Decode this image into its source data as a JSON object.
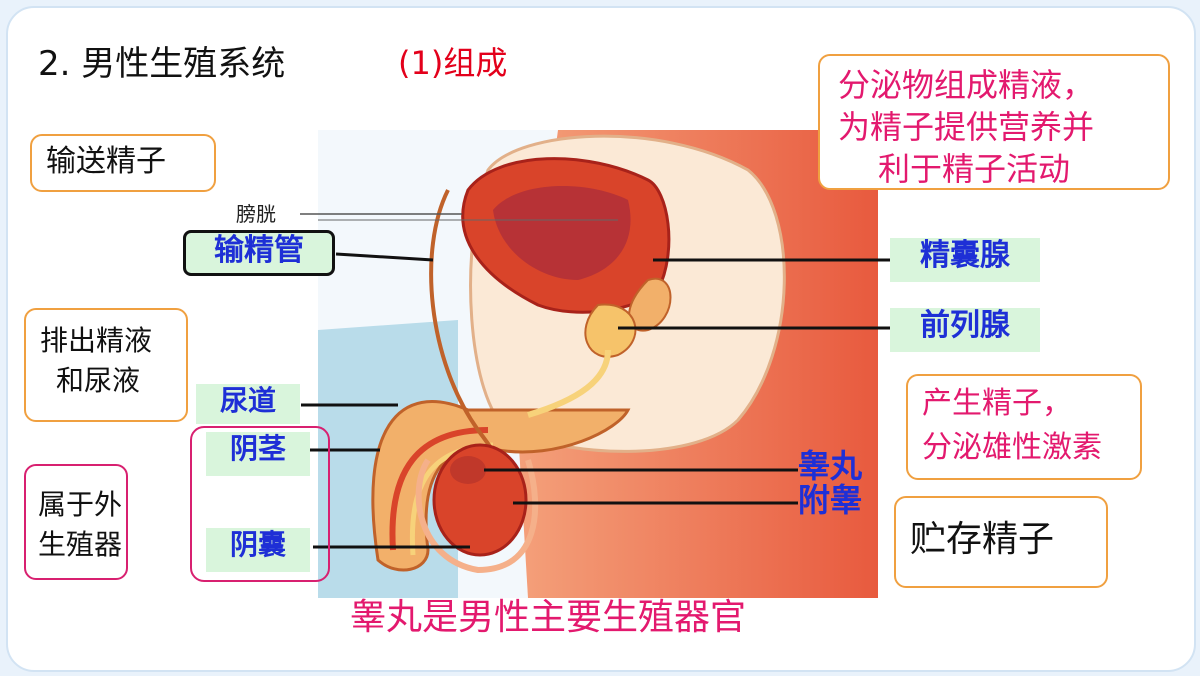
{
  "title": "2. 男性生殖系统",
  "subtitle": "(1)组成",
  "labels": {
    "bladder": "膀胱",
    "vas_deferens": "输精管",
    "seminal_vesicle": "精囊腺",
    "prostate": "前列腺",
    "urethra": "尿道",
    "penis": "阴茎",
    "scrotum": "阴囊",
    "testis": "睾丸",
    "epididymis": "附睾"
  },
  "callouts": {
    "vas_function": "输送精子",
    "urethra_function_1": "排出精液",
    "urethra_function_2": "和尿液",
    "external_1": "属于外",
    "external_2": "生殖器",
    "glands_function_1": "分泌物组成精液，",
    "glands_function_2": "为精子提供营养并",
    "glands_function_3": "利于精子活动",
    "testis_function_1": "产生精子，",
    "testis_function_2": "分泌雄性激素",
    "epididymis_function": "贮存精子"
  },
  "bottom_text": "睾丸是男性主要生殖器官",
  "colors": {
    "title_red": "#e3001b",
    "label_blue": "#1e2fd6",
    "label_bg_green": "#d9f5dc",
    "callout_orange": "#f0a040",
    "callout_pink": "#d82070",
    "bottom_pink": "#e3196e"
  }
}
